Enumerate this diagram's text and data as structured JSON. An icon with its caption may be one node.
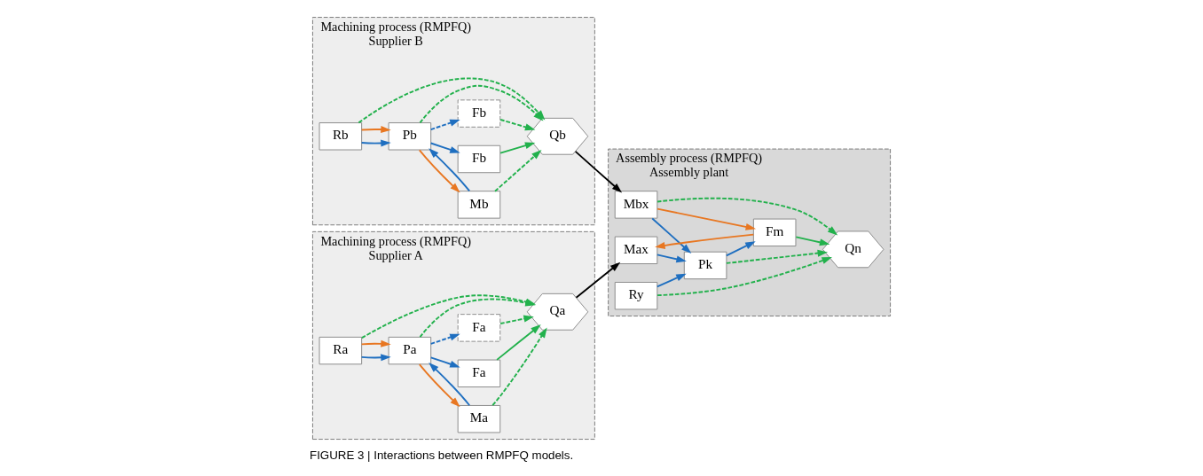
{
  "diagram": {
    "caption": "FIGURE 3 | Interactions between RMPFQ models.",
    "nodes": [
      {
        "text": [
          "Machining process (RMPFQ)",
          "Supplier A"
        ]
      },
      {
        "text": [
          "Pa"
        ],
        "in": 0
      },
      {
        "text": [
          "Ma"
        ],
        "in": 0
      },
      {
        "text": [
          "Ra"
        ],
        "in": 0
      },
      {
        "text": [
          "Fa"
        ],
        "in": 0
      },
      {
        "text": [
          "Fa"
        ],
        "in": 0
      },
      {
        "text": [
          "Qa"
        ],
        "in": 0
      },
      {
        "text": [
          "Machining process (RMPFQ)",
          "Supplier B"
        ]
      },
      {
        "text": [
          "Pb"
        ],
        "in": 7
      },
      {
        "text": [
          "Mb"
        ],
        "in": 7
      },
      {
        "text": [
          "Rb"
        ],
        "in": 7
      },
      {
        "text": [
          "Fb"
        ],
        "in": 7
      },
      {
        "text": [
          "Fb"
        ],
        "in": 7
      },
      {
        "text": [
          "Qb"
        ],
        "in": 7
      },
      {
        "text": [
          "Assembly process (RMPFQ)",
          "Assembly plant"
        ]
      },
      {
        "text": [
          "Max"
        ],
        "in": 14
      },
      {
        "text": [
          "Pk"
        ],
        "in": 14
      },
      {
        "text": [
          "Mbx"
        ],
        "in": 14
      },
      {
        "text": [
          "Ry"
        ],
        "in": 14
      },
      {
        "text": [
          "Fm"
        ],
        "in": 14
      },
      {
        "text": [
          "Qn"
        ],
        "in": 14
      }
    ],
    "edges": [
      {
        "from": 1,
        "to": 2,
        "arrow": "to",
        "color": "#e87722"
      },
      {
        "from": 2,
        "to": 1,
        "arrow": "to",
        "color": "#1f6fc0"
      },
      {
        "from": 3,
        "to": 1,
        "arrow": "to",
        "color": "#1f6fc0"
      },
      {
        "from": 3,
        "to": 1,
        "arrow": "to",
        "color": "#e87722"
      },
      {
        "from": 1,
        "to": 4,
        "arrow": "to",
        "color": "#1f6fc0"
      },
      {
        "from": 1,
        "to": 5,
        "arrow": "to",
        "style": "dashed",
        "color": "#1f6fc0"
      },
      {
        "from": 4,
        "to": 6,
        "arrow": "to",
        "color": "#22b14c"
      },
      {
        "from": 5,
        "to": 6,
        "arrow": "to",
        "style": "dashed",
        "color": "#22b14c"
      },
      {
        "from": 1,
        "to": 6,
        "arrow": "to",
        "style": "dashed",
        "color": "#22b14c"
      },
      {
        "from": 3,
        "to": 6,
        "arrow": "to",
        "style": "dashed",
        "color": "#22b14c"
      },
      {
        "from": 2,
        "to": 6,
        "arrow": "to",
        "style": "dashed",
        "color": "#22b14c"
      },
      {
        "from": 8,
        "to": 9,
        "arrow": "to",
        "color": "#e87722"
      },
      {
        "from": 9,
        "to": 8,
        "arrow": "to",
        "color": "#1f6fc0"
      },
      {
        "from": 10,
        "to": 8,
        "arrow": "to",
        "color": "#1f6fc0"
      },
      {
        "from": 10,
        "to": 8,
        "arrow": "to",
        "color": "#e87722"
      },
      {
        "from": 8,
        "to": 11,
        "arrow": "to",
        "color": "#1f6fc0"
      },
      {
        "from": 8,
        "to": 12,
        "arrow": "to",
        "style": "dashed",
        "color": "#1f6fc0"
      },
      {
        "from": 11,
        "to": 13,
        "arrow": "to",
        "color": "#22b14c"
      },
      {
        "from": 12,
        "to": 13,
        "arrow": "to",
        "style": "dashed",
        "color": "#22b14c"
      },
      {
        "from": 8,
        "to": 13,
        "arrow": "to",
        "style": "dashed",
        "color": "#22b14c"
      },
      {
        "from": 10,
        "to": 13,
        "arrow": "to",
        "style": "dashed",
        "color": "#22b14c"
      },
      {
        "from": 9,
        "to": 13,
        "arrow": "to",
        "style": "dashed",
        "color": "#22b14c"
      },
      {
        "from": 6,
        "to": 15,
        "arrow": "to",
        "color": "#000000"
      },
      {
        "from": 13,
        "to": 17,
        "arrow": "to",
        "color": "#000000"
      },
      {
        "from": 15,
        "to": 16,
        "arrow": "to",
        "color": "#1f6fc0"
      },
      {
        "from": 17,
        "to": 16,
        "arrow": "to",
        "color": "#1f6fc0"
      },
      {
        "from": 18,
        "to": 16,
        "arrow": "to",
        "color": "#1f6fc0"
      },
      {
        "from": 16,
        "to": 19,
        "arrow": "to",
        "color": "#1f6fc0"
      },
      {
        "from": 19,
        "to": 20,
        "arrow": "to",
        "color": "#22b14c"
      },
      {
        "from": 19,
        "to": 15,
        "arrow": "to",
        "color": "#e87722"
      },
      {
        "from": 17,
        "to": 19,
        "arrow": "to",
        "color": "#e87722"
      },
      {
        "from": 16,
        "to": 20,
        "arrow": "to",
        "style": "dashed",
        "color": "#22b14c"
      },
      {
        "from": 18,
        "to": 20,
        "arrow": "to",
        "style": "dashed",
        "color": "#22b14c"
      },
      {
        "from": 17,
        "to": 20,
        "arrow": "to",
        "style": "dashed",
        "color": "#22b14c"
      }
    ]
  }
}
